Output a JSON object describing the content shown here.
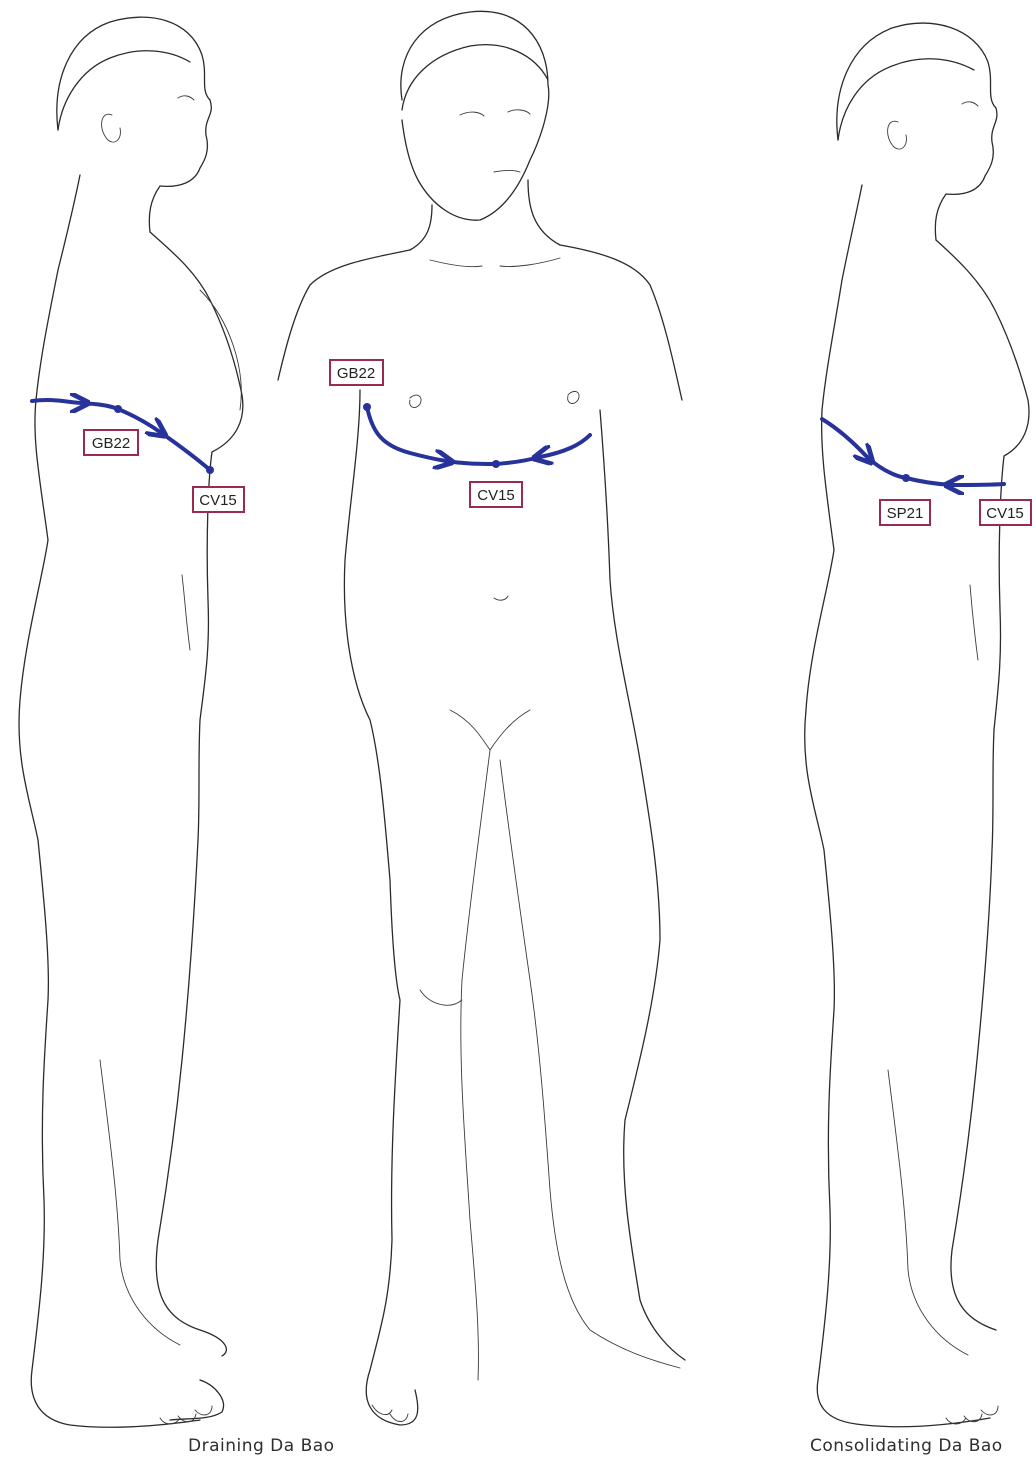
{
  "colors": {
    "channel": "#27329a",
    "label_border": "#9b2a4e",
    "outline": "#2b2b2b"
  },
  "figures": {
    "left": {
      "view": "side",
      "points": {
        "gb22": "GB22",
        "cv15": "CV15"
      }
    },
    "center": {
      "view": "front",
      "points": {
        "gb22": "GB22",
        "cv15": "CV15"
      }
    },
    "right": {
      "view": "side",
      "points": {
        "sp21": "SP21",
        "cv15": "CV15"
      }
    }
  },
  "captions": {
    "draining": "Draining Da Bao",
    "consolidating": "Consolidating Da Bao"
  }
}
